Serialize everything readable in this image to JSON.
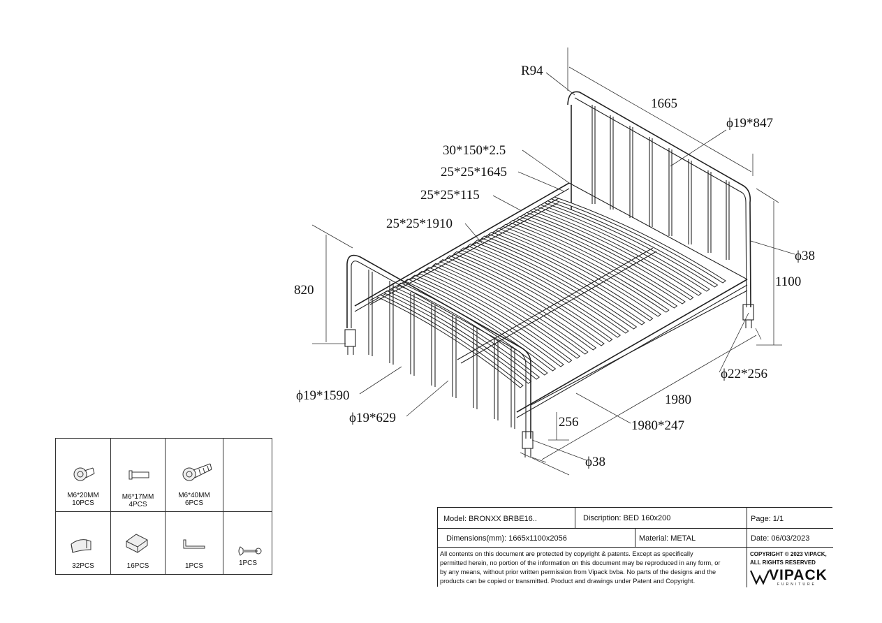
{
  "dimensions": {
    "r94": "R94",
    "d1665": "1665",
    "phi19x847": "ϕ19*847",
    "d30x150": "30*150*2.5",
    "d25x1645": "25*25*1645",
    "d25x115": "25*25*115",
    "d25x1910": "25*25*1910",
    "d820": "820",
    "phi38_top": "ϕ38",
    "d1100": "1100",
    "phi22x256": "ϕ22*256",
    "d1980": "1980",
    "phi19x1590": "ϕ19*1590",
    "phi19x629": "ϕ19*629",
    "d256": "256",
    "d1980x247": "1980*247",
    "phi38_bottom": "ϕ38"
  },
  "hardware": [
    {
      "name": "M6*20MM",
      "qty": "10PCS",
      "icon": "bolt-short-icon"
    },
    {
      "name": "M6*17MM",
      "qty": "4PCS",
      "icon": "barrel-nut-icon"
    },
    {
      "name": "M6*40MM",
      "qty": "6PCS",
      "icon": "bolt-long-icon"
    },
    {
      "name": "",
      "qty": "",
      "icon": ""
    },
    {
      "name": "",
      "qty": "32PCS",
      "icon": "slat-cap-icon"
    },
    {
      "name": "",
      "qty": "16PCS",
      "icon": "slat-holder-icon"
    },
    {
      "name": "",
      "qty": "1PCS",
      "icon": "allen-key-icon"
    },
    {
      "name": "",
      "qty": "1PCS",
      "icon": "wrench-icon"
    }
  ],
  "title_block": {
    "model": "Model: BRONXX BRBE16..",
    "description": "Discription: BED 160x200",
    "page": "Page: 1/1",
    "dimensions": "Dimensions(mm): 1665x1100x2056",
    "material": "Material: METAL",
    "date": "Date: 06/03/2023",
    "notice_1": "All contents on this document are protected by copyright & patents. Except as specifically",
    "notice_2": "permitted herein, no portion of the information on this document may be reproduced in any form, or",
    "notice_3": "by any means, without prior written permission from Vipack bvba. No parts of the designs and the",
    "notice_4": "products can be copied or transmitted. Product and drawings under Patent and Copyright.",
    "copyright_1": "COPYRIGHT © 2023 VIPACK,",
    "copyright_2": "ALL RIGHTS RESERVED",
    "brand": "VIPACK",
    "brand_sub": "FURNITURE"
  }
}
